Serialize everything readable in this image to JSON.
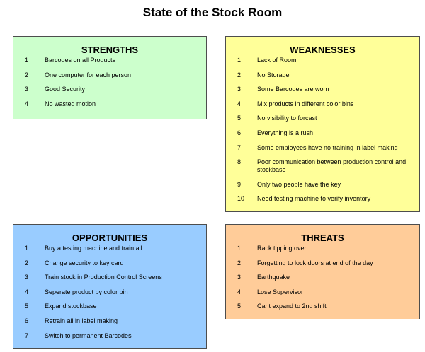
{
  "title": "State of the Stock Room",
  "strengths": {
    "heading": "STRENGTHS",
    "items": [
      {
        "n": "1",
        "text": "Barcodes on all Products"
      },
      {
        "n": "2",
        "text": "One computer for each person"
      },
      {
        "n": "3",
        "text": "Good Security"
      },
      {
        "n": "4",
        "text": "No wasted motion"
      }
    ]
  },
  "weaknesses": {
    "heading": "WEAKNESSES",
    "items": [
      {
        "n": "1",
        "text": "Lack of Room"
      },
      {
        "n": "2",
        "text": "No Storage"
      },
      {
        "n": "3",
        "text": "Some Barcodes are worn"
      },
      {
        "n": "4",
        "text": "Mix products in different color bins"
      },
      {
        "n": "5",
        "text": "No visibility to forcast"
      },
      {
        "n": "6",
        "text": "Everything is a rush"
      },
      {
        "n": "7",
        "text": "Some employees have no training in label making"
      },
      {
        "n": "8",
        "text": "Poor communication between production control and stockbase"
      },
      {
        "n": "9",
        "text": "Only two people have the key"
      },
      {
        "n": "10",
        "text": "Need testing machine to verify inventory"
      }
    ]
  },
  "opportunities": {
    "heading": "OPPORTUNITIES",
    "items": [
      {
        "n": "1",
        "text": "Buy a testing machine and train all"
      },
      {
        "n": "2",
        "text": "Change security to key card"
      },
      {
        "n": "3",
        "text": "Train stock in Production Control Screens"
      },
      {
        "n": "4",
        "text": "Seperate product by color bin"
      },
      {
        "n": "5",
        "text": "Expand stockbase"
      },
      {
        "n": "6",
        "text": "Retrain all in label making"
      },
      {
        "n": "7",
        "text": "Switch to permanent Barcodes"
      }
    ]
  },
  "threats": {
    "heading": "THREATS",
    "items": [
      {
        "n": "1",
        "text": "Rack tipping over"
      },
      {
        "n": "2",
        "text": "Forgetting to lock doors at end of the day"
      },
      {
        "n": "3",
        "text": "Earthquake"
      },
      {
        "n": "4",
        "text": "Lose Supervisor"
      },
      {
        "n": "5",
        "text": "Cant expand to 2nd shift"
      }
    ]
  },
  "colors": {
    "strengths": "#ccffcc",
    "weaknesses": "#ffff99",
    "opportunities": "#99ccff",
    "threats": "#ffcc99"
  }
}
